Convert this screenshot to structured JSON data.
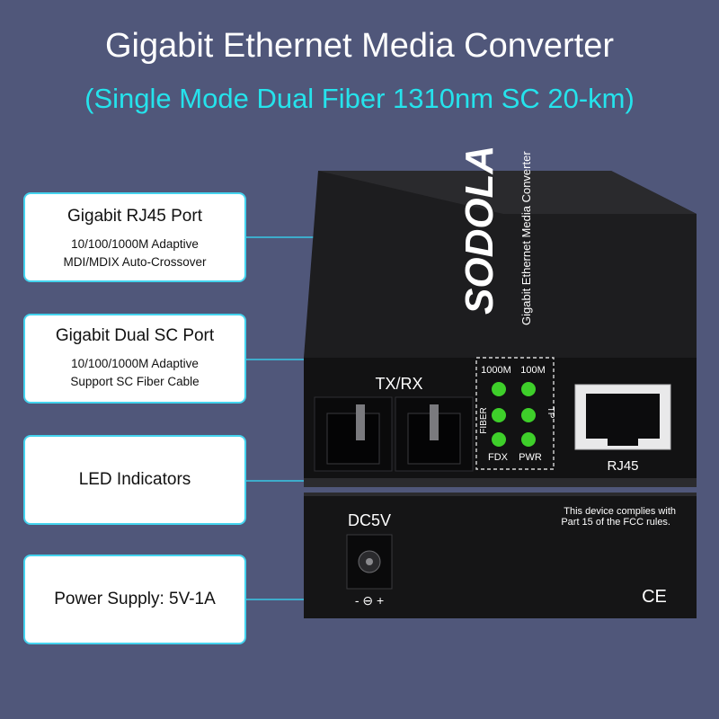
{
  "header": {
    "title": "Gigabit Ethernet Media Converter",
    "subtitle": "(Single Mode Dual Fiber 1310nm SC 20-km)"
  },
  "callouts": [
    {
      "title": "Gigabit RJ45 Port",
      "line1": "10/100/1000M Adaptive",
      "line2": "MDI/MDIX Auto-Crossover"
    },
    {
      "title": "Gigabit Dual SC Port",
      "line1": "10/100/1000M Adaptive",
      "line2": "Support SC Fiber Cable"
    },
    {
      "title": "LED Indicators"
    },
    {
      "title": "Power Supply: 5V-1A"
    }
  ],
  "device": {
    "brand": "SODOLA",
    "product_label": "Gigabit Ethernet Media Converter",
    "port_label_txrx": "TX/RX",
    "port_label_rj45": "RJ45",
    "led_labels": {
      "col1_top": "1000M",
      "col2_top": "100M",
      "left_side": "FIBER",
      "right_side": "TP",
      "col1_bottom": "FDX",
      "col2_bottom": "PWR"
    },
    "power_label": "DC5V",
    "polarity": "- ⊖ +",
    "fcc_line1": "This device complies with",
    "fcc_line2": "Part 15 of the FCC rules.",
    "ce_mark": "CE"
  },
  "colors": {
    "background": "#50577a",
    "accent": "#25e3ec",
    "callout_border": "#44d3ee",
    "led": "#3ecf2a"
  }
}
